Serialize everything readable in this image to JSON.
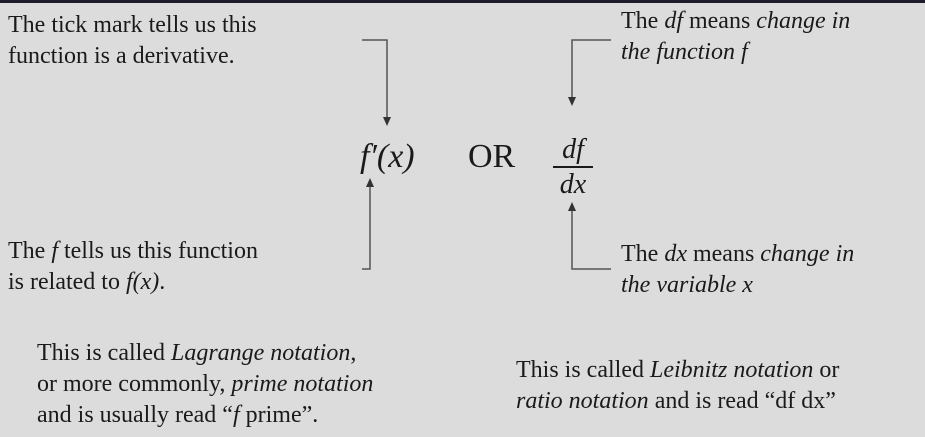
{
  "annotations": {
    "tick_mark": {
      "line1": "The tick mark tells us this",
      "line2": "function is a derivative."
    },
    "f_related": {
      "line1_pre": "The ",
      "line1_var": "f",
      "line1_post": " tells us this function",
      "line2_pre": "is related to ",
      "line2_math": "f(x)",
      "line2_post": "."
    },
    "df_means": {
      "line1_pre": "The ",
      "line1_var": "df",
      "line1_mid": " means ",
      "line1_it": "change in",
      "line2_it": "the function f"
    },
    "dx_means": {
      "line1_pre": "The ",
      "line1_var": "dx",
      "line1_mid": " means ",
      "line1_it": "change in",
      "line2_it": "the variable x"
    }
  },
  "formula": {
    "lagrange": "f′(x)",
    "or": "OR",
    "leibniz_num": "df",
    "leibniz_den": "dx"
  },
  "captions": {
    "lagrange": {
      "l1_pre": "This is called ",
      "l1_it": "Lagrange notation",
      "l1_post": ",",
      "l2_pre": "or more commonly, ",
      "l2_it": "prime notation",
      "l3_pre": "and is usually read “",
      "l3_it": "f",
      "l3_post": " prime”."
    },
    "leibniz": {
      "l1_pre": "This is called ",
      "l1_it": "Leibnitz notation",
      "l1_post": " or",
      "l2_it": "ratio notation",
      "l2_post": " and is read “df dx”"
    }
  },
  "colors": {
    "background": "#dcdcdc",
    "top_bar": "#1c1c2c",
    "arrow": "#444444",
    "text": "#1a1a1a"
  }
}
